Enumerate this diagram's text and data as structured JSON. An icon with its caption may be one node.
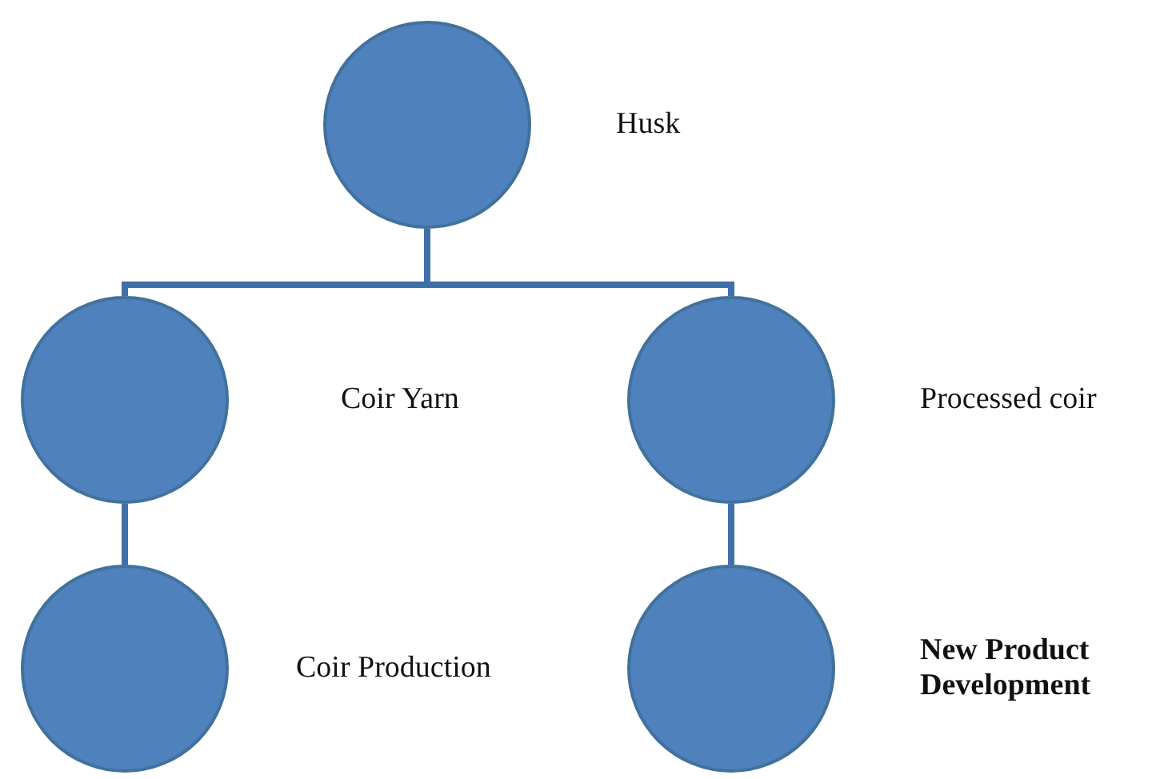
{
  "diagram": {
    "nodes": [
      {
        "text": [],
        "shape": "circle",
        "beside": [
          "Husk"
        ]
      },
      {
        "text": [],
        "shape": "circle",
        "beside": [
          "Coir Yarn"
        ]
      },
      {
        "text": [],
        "shape": "circle",
        "beside": [
          "Processed coir"
        ]
      },
      {
        "text": [],
        "shape": "circle",
        "beside": [
          "Coir Production"
        ]
      },
      {
        "text": [],
        "shape": "circle",
        "beside": [
          "New Product Development"
        ]
      }
    ],
    "edges": [
      {
        "from": 0,
        "to": 1,
        "arrow": "none"
      },
      {
        "from": 0,
        "to": 2,
        "arrow": "none"
      },
      {
        "from": 1,
        "to": 3,
        "arrow": "none"
      },
      {
        "from": 2,
        "to": 4,
        "arrow": "none"
      }
    ]
  }
}
